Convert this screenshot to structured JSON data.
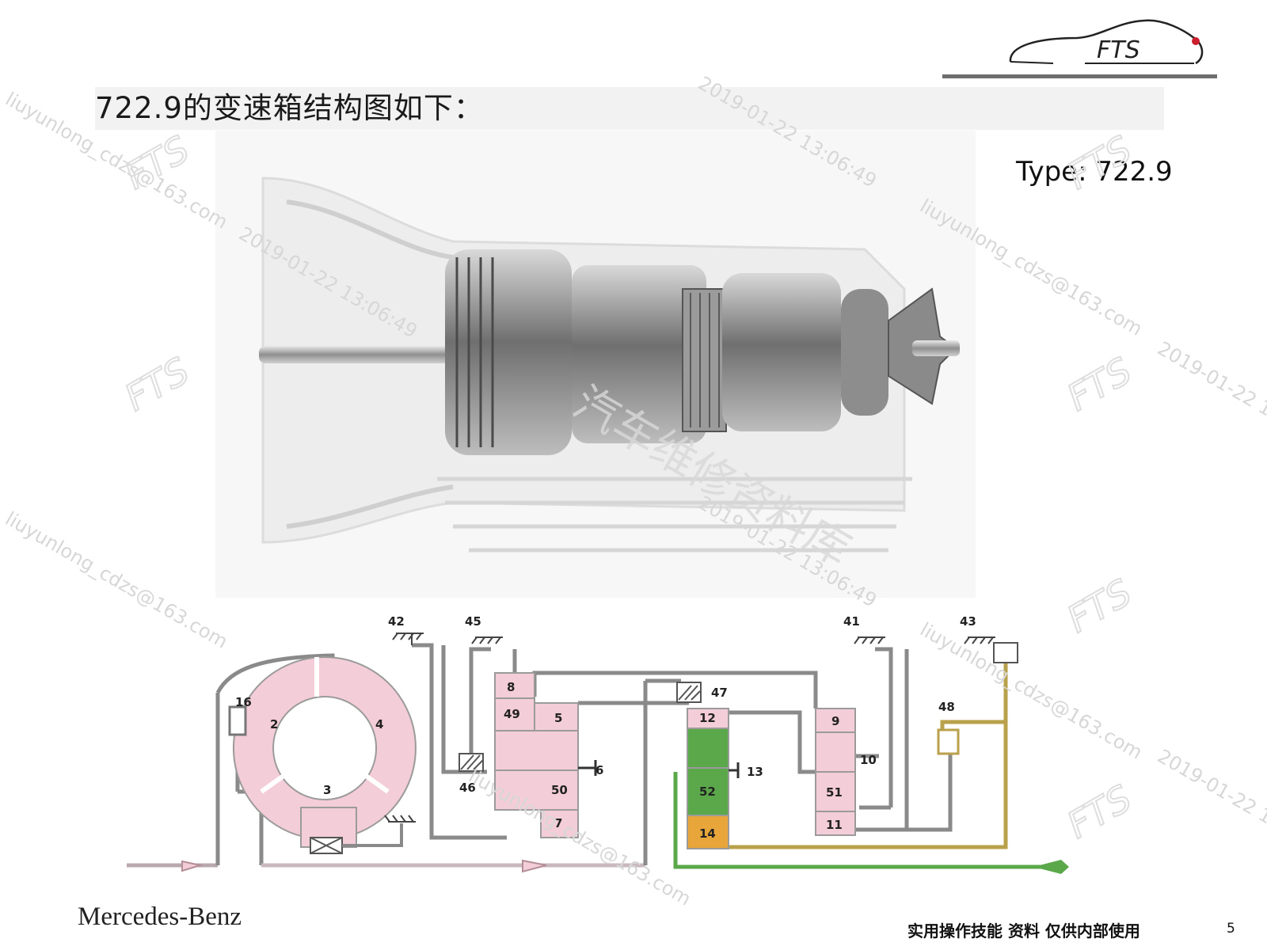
{
  "slide": {
    "title": "722.9的变速箱结构图如下：",
    "type_label": "Type: 722.9",
    "brand": "Mercedes-Benz",
    "footer_note": "实用操作技能 资料 仅供内部使用",
    "page_number": "5",
    "logo_text": "FTS"
  },
  "schematic": {
    "labels": [
      "42",
      "45",
      "41",
      "43",
      "16",
      "2",
      "4",
      "3",
      "8",
      "49",
      "5",
      "46",
      "50",
      "6",
      "7",
      "47",
      "12",
      "13",
      "52",
      "14",
      "9",
      "10",
      "51",
      "11",
      "48"
    ],
    "colors": {
      "pink": "#f3cdd8",
      "green": "#5aa84a",
      "orange": "#e7a53a",
      "olive_line": "#b8a14a",
      "line": "#8c8c8c"
    }
  },
  "watermarks": {
    "email": "liuyunlong_cdzs@163.com",
    "timestamp": "2019-01-22 13:06:49",
    "logo": "FTS",
    "cn_text": "汽车维修资料库"
  }
}
